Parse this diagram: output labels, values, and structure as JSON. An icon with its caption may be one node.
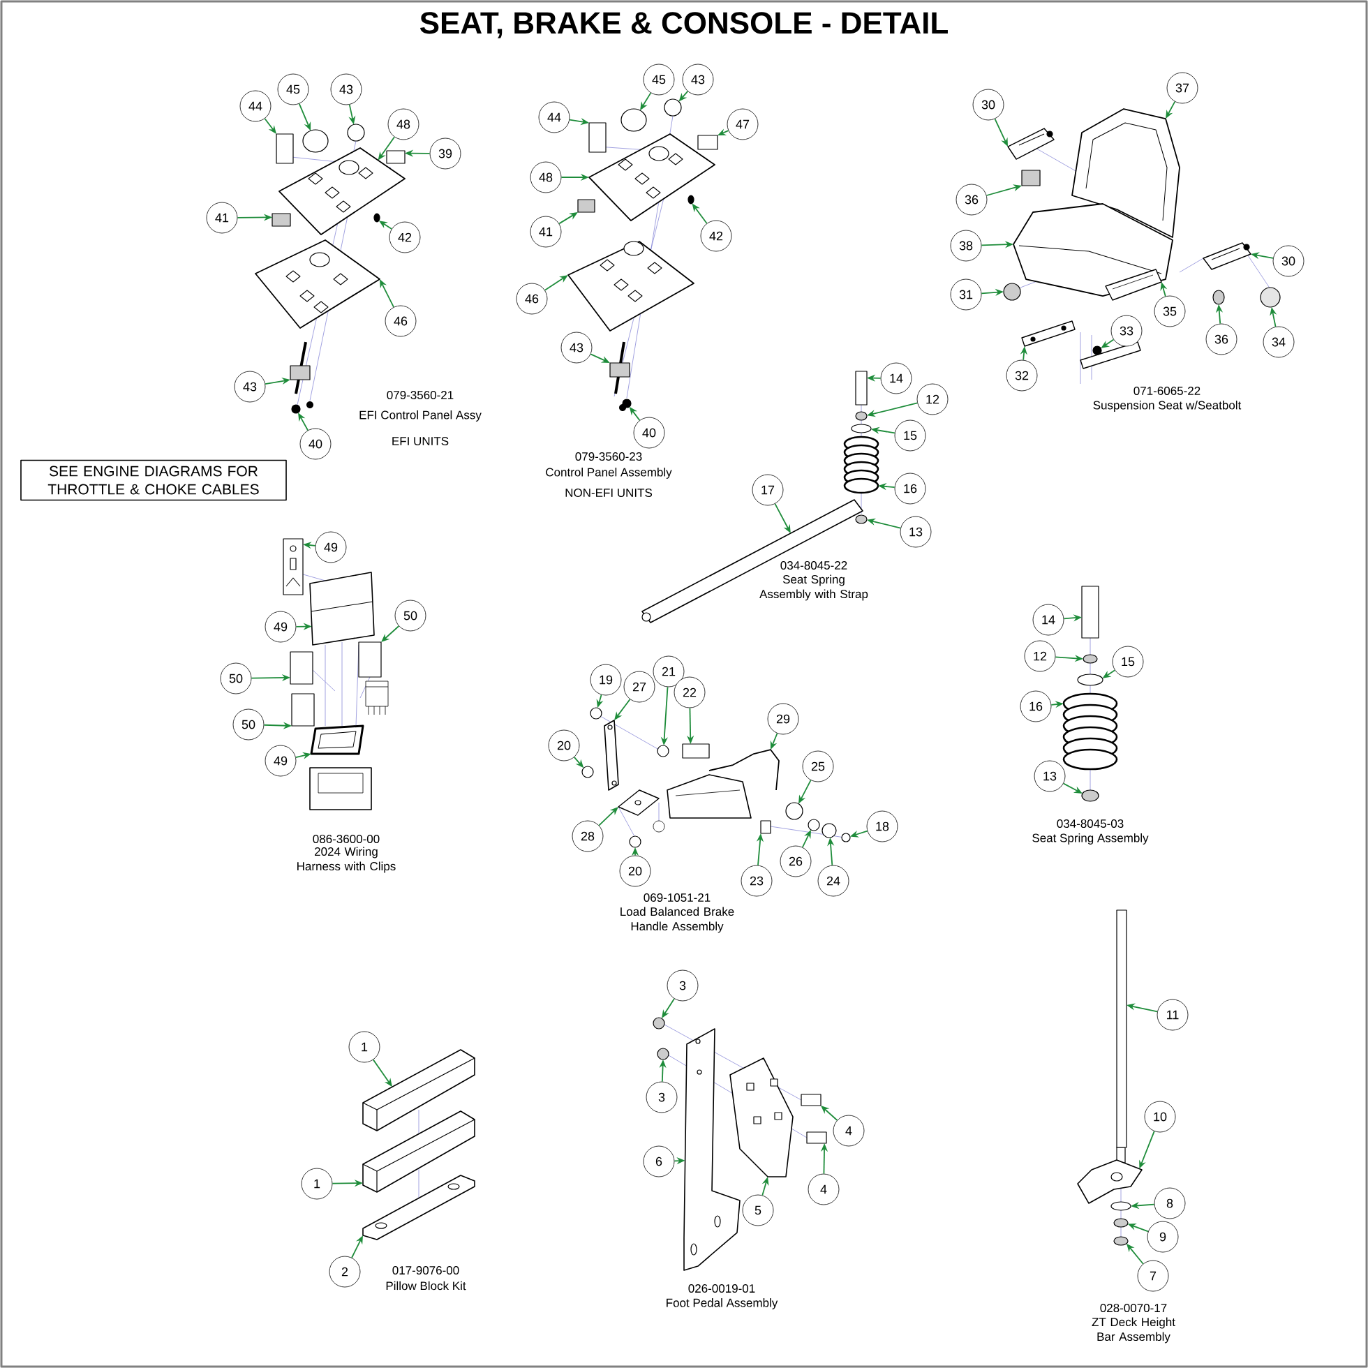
{
  "diagram": {
    "title": "SEAT, BRAKE & CONSOLE - DETAIL",
    "nodes": [
      {
        "text": [
          "44"
        ]
      },
      {
        "text": [
          "45"
        ]
      },
      {
        "text": [
          "43"
        ]
      },
      {
        "text": [
          "48"
        ]
      },
      {
        "text": [
          "39"
        ]
      },
      {
        "text": [
          "41"
        ]
      },
      {
        "text": [
          "42"
        ]
      },
      {
        "text": [
          "46"
        ]
      },
      {
        "text": [
          "43"
        ]
      },
      {
        "text": [
          "40"
        ]
      },
      {
        "text": [
          "44"
        ]
      },
      {
        "text": [
          "45"
        ]
      },
      {
        "text": [
          "43"
        ]
      },
      {
        "text": [
          "47"
        ]
      },
      {
        "text": [
          "48"
        ]
      },
      {
        "text": [
          "41"
        ]
      },
      {
        "text": [
          "42"
        ]
      },
      {
        "text": [
          "46"
        ]
      },
      {
        "text": [
          "43"
        ]
      },
      {
        "text": [
          "40"
        ]
      },
      {
        "text": [
          "30"
        ]
      },
      {
        "text": [
          "37"
        ]
      },
      {
        "text": [
          "36"
        ]
      },
      {
        "text": [
          "38"
        ]
      },
      {
        "text": [
          "30"
        ]
      },
      {
        "text": [
          "31"
        ]
      },
      {
        "text": [
          "35"
        ]
      },
      {
        "text": [
          "33"
        ]
      },
      {
        "text": [
          "32"
        ]
      },
      {
        "text": [
          "36"
        ]
      },
      {
        "text": [
          "34"
        ]
      },
      {
        "text": [
          "SEE ENGINE DIAGRAMS FOR THROTTLE & CHOKE CABLES"
        ]
      },
      {
        "text": [
          "14"
        ]
      },
      {
        "text": [
          "12"
        ]
      },
      {
        "text": [
          "15"
        ]
      },
      {
        "text": [
          "16"
        ]
      },
      {
        "text": [
          "17"
        ]
      },
      {
        "text": [
          "13"
        ]
      },
      {
        "text": [
          "49"
        ]
      },
      {
        "text": [
          "49"
        ]
      },
      {
        "text": [
          "50"
        ]
      },
      {
        "text": [
          "50"
        ]
      },
      {
        "text": [
          "50"
        ]
      },
      {
        "text": [
          "49"
        ]
      },
      {
        "text": [
          "19"
        ]
      },
      {
        "text": [
          "27"
        ]
      },
      {
        "text": [
          "21"
        ]
      },
      {
        "text": [
          "22"
        ]
      },
      {
        "text": [
          "29"
        ]
      },
      {
        "text": [
          "20"
        ]
      },
      {
        "text": [
          "25"
        ]
      },
      {
        "text": [
          "28"
        ]
      },
      {
        "text": [
          "20"
        ]
      },
      {
        "text": [
          "23"
        ]
      },
      {
        "text": [
          "26"
        ]
      },
      {
        "text": [
          "24"
        ]
      },
      {
        "text": [
          "18"
        ]
      },
      {
        "text": [
          "14"
        ]
      },
      {
        "text": [
          "12"
        ]
      },
      {
        "text": [
          "15"
        ]
      },
      {
        "text": [
          "16"
        ]
      },
      {
        "text": [
          "13"
        ]
      },
      {
        "text": [
          "11"
        ]
      },
      {
        "text": [
          "10"
        ]
      },
      {
        "text": [
          "8"
        ]
      },
      {
        "text": [
          "9"
        ]
      },
      {
        "text": [
          "7"
        ]
      },
      {
        "text": [
          "1"
        ]
      },
      {
        "text": [
          "1"
        ]
      },
      {
        "text": [
          "2"
        ]
      },
      {
        "text": [
          "3"
        ]
      },
      {
        "text": [
          "3"
        ]
      },
      {
        "text": [
          "6"
        ]
      },
      {
        "text": [
          "5"
        ]
      },
      {
        "text": [
          "4"
        ]
      },
      {
        "text": [
          "4"
        ]
      },
      {
        "text": [],
        "shape": "box"
      },
      {
        "text": [],
        "shape": "circle"
      },
      {
        "text": [],
        "shape": "circle"
      },
      {
        "text": [],
        "shape": "picture"
      },
      {
        "text": [],
        "shape": "box"
      },
      {
        "text": [],
        "shape": "box"
      },
      {
        "text": [],
        "shape": "circle"
      },
      {
        "text": [],
        "shape": "picture"
      },
      {
        "text": [],
        "shape": "picture"
      },
      {
        "text": [],
        "shape": "circle"
      },
      {
        "text": [],
        "shape": "box"
      },
      {
        "text": [],
        "shape": "circle"
      },
      {
        "text": [],
        "shape": "circle"
      },
      {
        "text": [],
        "shape": "box"
      },
      {
        "text": [],
        "shape": "picture"
      },
      {
        "text": [],
        "shape": "box"
      },
      {
        "text": [],
        "shape": "circle"
      },
      {
        "text": [],
        "shape": "picture"
      },
      {
        "text": [],
        "shape": "picture"
      },
      {
        "text": [],
        "shape": "circle"
      },
      {
        "text": [],
        "shape": "picture"
      },
      {
        "text": [],
        "shape": "picture"
      },
      {
        "text": [],
        "shape": "box"
      },
      {
        "text": [],
        "shape": "picture"
      },
      {
        "text": [],
        "shape": "picture"
      },
      {
        "text": [],
        "shape": "circle"
      },
      {
        "text": [],
        "shape": "picture"
      },
      {
        "text": [],
        "shape": "circle"
      },
      {
        "text": [],
        "shape": "picture"
      },
      {
        "text": [],
        "shape": "circle"
      },
      {
        "text": [],
        "shape": "circle"
      },
      {
        "text": [],
        "shape": "box"
      },
      {
        "text": [],
        "shape": "circle"
      },
      {
        "text": [],
        "shape": "circle"
      },
      {
        "text": [],
        "shape": "picture"
      },
      {
        "text": [],
        "shape": "picture"
      },
      {
        "text": [],
        "shape": "circle"
      },
      {
        "text": [],
        "shape": "picture"
      },
      {
        "text": [],
        "shape": "picture"
      },
      {
        "text": [],
        "shape": "box"
      },
      {
        "text": [],
        "shape": "box"
      },
      {
        "text": [],
        "shape": "box"
      },
      {
        "text": [],
        "shape": "picture"
      },
      {
        "text": [],
        "shape": "circle"
      },
      {
        "text": [],
        "shape": "picture"
      },
      {
        "text": [],
        "shape": "circle"
      },
      {
        "text": [],
        "shape": "box"
      },
      {
        "text": [],
        "shape": "picture"
      },
      {
        "text": [],
        "shape": "circle"
      },
      {
        "text": [],
        "shape": "circle"
      },
      {
        "text": [],
        "shape": "picture"
      },
      {
        "text": [],
        "shape": "circle"
      },
      {
        "text": [],
        "shape": "box"
      },
      {
        "text": [],
        "shape": "circle"
      },
      {
        "text": [],
        "shape": "circle"
      },
      {
        "text": [],
        "shape": "circle"
      },
      {
        "text": [],
        "shape": "box"
      },
      {
        "text": [],
        "shape": "circle"
      },
      {
        "text": [],
        "shape": "circle"
      },
      {
        "text": [],
        "shape": "picture"
      },
      {
        "text": [],
        "shape": "circle"
      },
      {
        "text": [],
        "shape": "box"
      },
      {
        "text": [],
        "shape": "picture"
      },
      {
        "text": [],
        "shape": "circle"
      },
      {
        "text": [],
        "shape": "circle"
      },
      {
        "text": [],
        "shape": "circle"
      },
      {
        "text": [],
        "shape": "picture"
      },
      {
        "text": [],
        "shape": "picture"
      },
      {
        "text": [],
        "shape": "picture"
      },
      {
        "text": [],
        "shape": "circle"
      },
      {
        "text": [],
        "shape": "circle"
      },
      {
        "text": [],
        "shape": "picture"
      },
      {
        "text": [],
        "shape": "picture"
      },
      {
        "text": [],
        "shape": "box"
      },
      {
        "text": [],
        "shape": "box"
      }
    ],
    "edges": [
      {
        "from": 0,
        "to": 76,
        "arrow": "to"
      },
      {
        "from": 1,
        "to": 77,
        "arrow": "to"
      },
      {
        "from": 2,
        "to": 78,
        "arrow": "to"
      },
      {
        "from": 3,
        "to": 79,
        "arrow": "to"
      },
      {
        "from": 4,
        "to": 80,
        "arrow": "to"
      },
      {
        "from": 5,
        "to": 81,
        "arrow": "to"
      },
      {
        "from": 6,
        "to": 82,
        "arrow": "to"
      },
      {
        "from": 7,
        "to": 83,
        "arrow": "to"
      },
      {
        "from": 8,
        "to": 84,
        "arrow": "to"
      },
      {
        "from": 9,
        "to": 85,
        "arrow": "to"
      },
      {
        "from": 10,
        "to": 86,
        "arrow": "to"
      },
      {
        "from": 11,
        "to": 87,
        "arrow": "to"
      },
      {
        "from": 12,
        "to": 88,
        "arrow": "to"
      },
      {
        "from": 13,
        "to": 89,
        "arrow": "to"
      },
      {
        "from": 14,
        "to": 90,
        "arrow": "to"
      },
      {
        "from": 15,
        "to": 91,
        "arrow": "to"
      },
      {
        "from": 16,
        "to": 92,
        "arrow": "to"
      },
      {
        "from": 17,
        "to": 93,
        "arrow": "to"
      },
      {
        "from": 18,
        "to": 94,
        "arrow": "to"
      },
      {
        "from": 19,
        "to": 95,
        "arrow": "to"
      },
      {
        "from": 20,
        "to": 96,
        "arrow": "to"
      },
      {
        "from": 21,
        "to": 97,
        "arrow": "to"
      },
      {
        "from": 22,
        "to": 98,
        "arrow": "to"
      },
      {
        "from": 23,
        "to": 99,
        "arrow": "to"
      },
      {
        "from": 24,
        "to": 100,
        "arrow": "to"
      },
      {
        "from": 25,
        "to": 101,
        "arrow": "to"
      },
      {
        "from": 26,
        "to": 102,
        "arrow": "to"
      },
      {
        "from": 27,
        "to": 103,
        "arrow": "to"
      },
      {
        "from": 28,
        "to": 104,
        "arrow": "to"
      },
      {
        "from": 29,
        "to": 105,
        "arrow": "to"
      },
      {
        "from": 30,
        "to": 106,
        "arrow": "to"
      },
      {
        "from": 32,
        "to": 107,
        "arrow": "to"
      },
      {
        "from": 33,
        "to": 108,
        "arrow": "to"
      },
      {
        "from": 34,
        "to": 109,
        "arrow": "to"
      },
      {
        "from": 35,
        "to": 110,
        "arrow": "to"
      },
      {
        "from": 36,
        "to": 111,
        "arrow": "to"
      },
      {
        "from": 37,
        "to": 112,
        "arrow": "to"
      },
      {
        "from": 38,
        "to": 113,
        "arrow": "to"
      },
      {
        "from": 39,
        "to": 114,
        "arrow": "to"
      },
      {
        "from": 40,
        "to": 115,
        "arrow": "to"
      },
      {
        "from": 41,
        "to": 116,
        "arrow": "to"
      },
      {
        "from": 42,
        "to": 117,
        "arrow": "to"
      },
      {
        "from": 43,
        "to": 118,
        "arrow": "to"
      },
      {
        "from": 44,
        "to": 119,
        "arrow": "to"
      },
      {
        "from": 45,
        "to": 120,
        "arrow": "to"
      },
      {
        "from": 46,
        "to": 121,
        "arrow": "to"
      },
      {
        "from": 47,
        "to": 122,
        "arrow": "to"
      },
      {
        "from": 48,
        "to": 123,
        "arrow": "to"
      },
      {
        "from": 49,
        "to": 124,
        "arrow": "to"
      },
      {
        "from": 50,
        "to": 125,
        "arrow": "to"
      },
      {
        "from": 51,
        "to": 126,
        "arrow": "to"
      },
      {
        "from": 52,
        "to": 127,
        "arrow": "to"
      },
      {
        "from": 53,
        "to": 128,
        "arrow": "to"
      },
      {
        "from": 54,
        "to": 129,
        "arrow": "to"
      },
      {
        "from": 55,
        "to": 130,
        "arrow": "to"
      },
      {
        "from": 56,
        "to": 131,
        "arrow": "to"
      },
      {
        "from": 57,
        "to": 132,
        "arrow": "to"
      },
      {
        "from": 58,
        "to": 133,
        "arrow": "to"
      },
      {
        "from": 59,
        "to": 134,
        "arrow": "to"
      },
      {
        "from": 60,
        "to": 135,
        "arrow": "to"
      },
      {
        "from": 61,
        "to": 136,
        "arrow": "to"
      },
      {
        "from": 62,
        "to": 137,
        "arrow": "to"
      },
      {
        "from": 63,
        "to": 138,
        "arrow": "to"
      },
      {
        "from": 64,
        "to": 139,
        "arrow": "to"
      },
      {
        "from": 65,
        "to": 140,
        "arrow": "to"
      },
      {
        "from": 66,
        "to": 141,
        "arrow": "to"
      },
      {
        "from": 67,
        "to": 142,
        "arrow": "to"
      },
      {
        "from": 68,
        "to": 143,
        "arrow": "to"
      },
      {
        "from": 69,
        "to": 144,
        "arrow": "to"
      },
      {
        "from": 70,
        "to": 145,
        "arrow": "to"
      },
      {
        "from": 71,
        "to": 146,
        "arrow": "to"
      },
      {
        "from": 72,
        "to": 147,
        "arrow": "to"
      },
      {
        "from": 73,
        "to": 148,
        "arrow": "to"
      },
      {
        "from": 74,
        "to": 149,
        "arrow": "to"
      },
      {
        "from": 75,
        "to": 150,
        "arrow": "to"
      }
    ],
    "labels": [
      "079-3560-21",
      "EFI Control Panel Assy",
      "EFI UNITS",
      "079-3560-23",
      "Control Panel Assembly",
      "NON-EFI UNITS",
      "071-6065-22",
      "Suspension Seat w/Seatbolt",
      "034-8045-22",
      "Seat Spring Assembly with Strap",
      "086-3600-00",
      "2024 Wiring Harness with Clips",
      "069-1051-21",
      "Load Balanced Brake Handle Assembly",
      "034-8045-03",
      "Seat Spring Assembly",
      "028-0070-17",
      "ZT Deck Height Bar Assembly",
      "017-9076-00",
      "Pillow Block Kit",
      "026-0019-01",
      "Foot Pedal Assembly"
    ]
  }
}
